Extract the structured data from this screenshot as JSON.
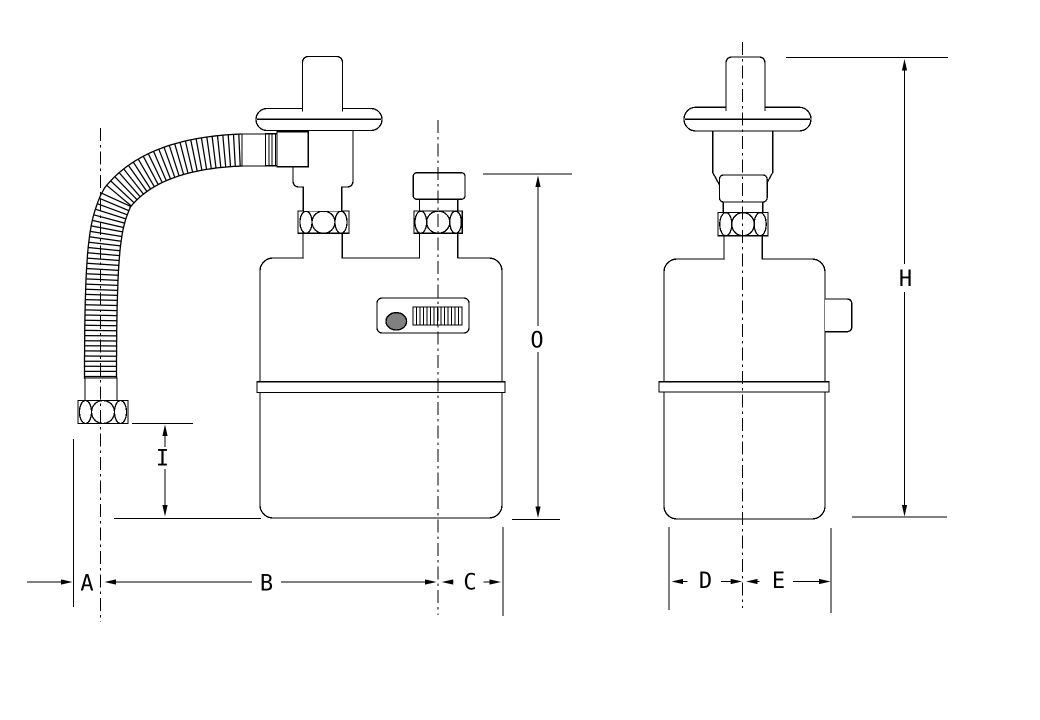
{
  "diagram": {
    "dimension_labels": {
      "a": "A",
      "b": "B",
      "c": "C",
      "d": "D",
      "e": "E",
      "h": "H",
      "i": "I",
      "o": "O"
    },
    "colors": {
      "line": "#000000",
      "background": "#ffffff",
      "indicator_fill": "#808080"
    }
  }
}
